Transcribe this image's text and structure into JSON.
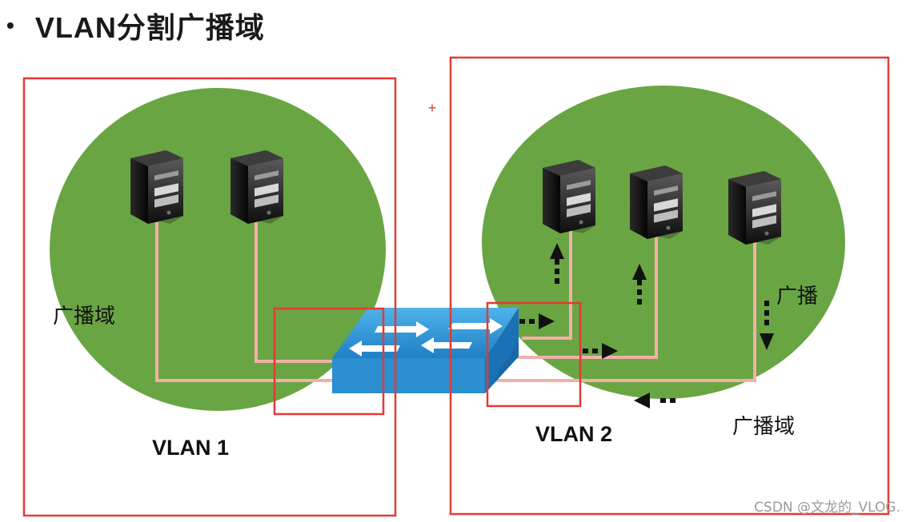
{
  "title": {
    "bullet": "•",
    "text": "VLAN分割广播域"
  },
  "labels": {
    "vlan1": "VLAN 1",
    "vlan2": "VLAN 2",
    "domain_left": "广播域",
    "domain_right_bottom": "广播域",
    "broadcast_right": "广播",
    "plus_mark": "+"
  },
  "watermark": "CSDN @文龙的_VLOG.",
  "colors": {
    "frame_red": "#e53935",
    "domain_green": "#6aa544",
    "cable": "#f2b0a8",
    "switch_blue": "#2b8fd0",
    "arrow": "#111111"
  },
  "icons": [
    "server-icon",
    "switch-icon",
    "broadcast-arrow-icon"
  ]
}
